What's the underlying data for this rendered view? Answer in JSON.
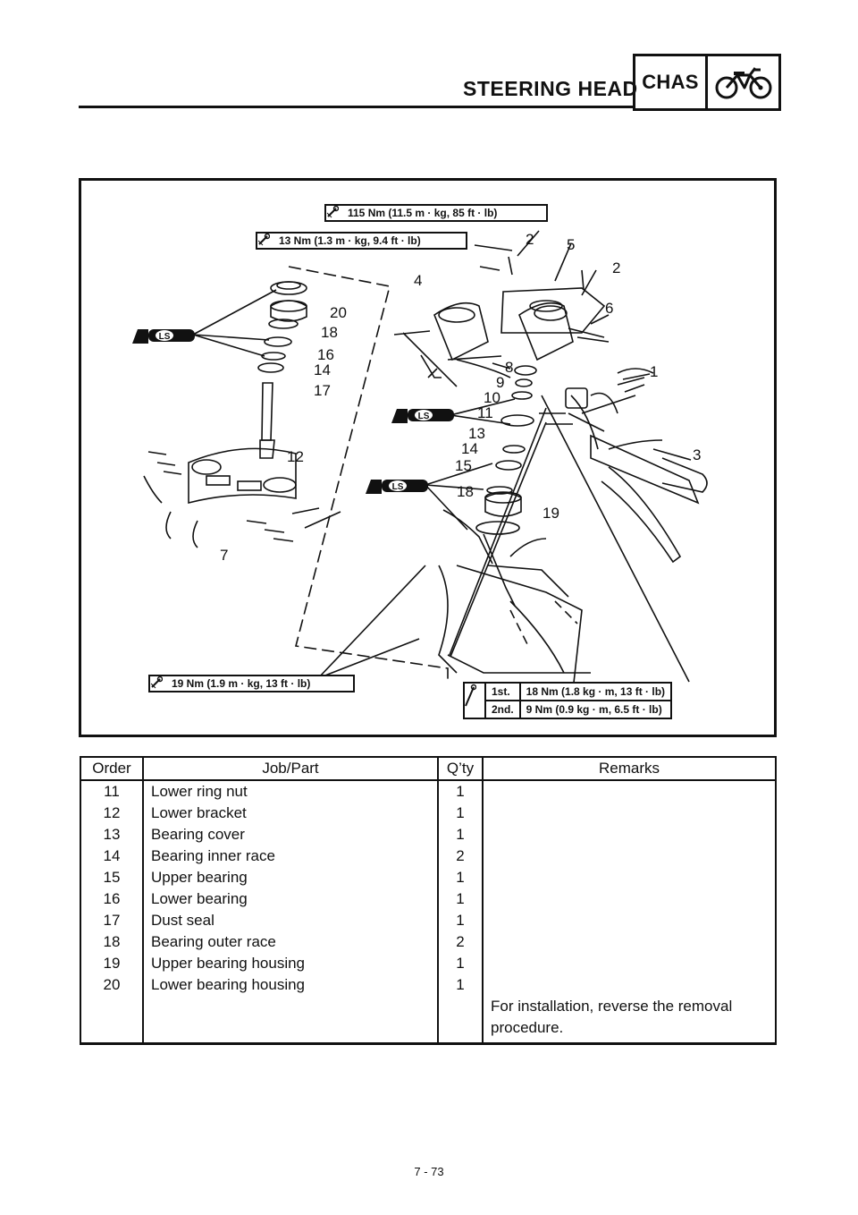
{
  "header": {
    "title": "STEERING HEAD",
    "badge_text": "CHAS",
    "badge_icon": "motorcycle-icon"
  },
  "diagram": {
    "torque_specs": {
      "upper_bolt": "115 Nm (11.5 m · kg, 85 ft · lb)",
      "handlebar_holder": "13 Nm (1.3 m · kg, 9.4 ft · lb)",
      "lower_clamp": "19 Nm (1.9 m · kg, 13 ft · lb)"
    },
    "ring_nut_torque": [
      {
        "step": "1st.",
        "value": "18 Nm (1.8 kg · m, 13 ft · lb)"
      },
      {
        "step": "2nd.",
        "value": "9 Nm (0.9 kg · m, 6.5 ft · lb)"
      }
    ],
    "lubricant_tag": "LS",
    "callouts": [
      "1",
      "2",
      "2",
      "3",
      "4",
      "5",
      "6",
      "7",
      "8",
      "9",
      "10",
      "11",
      "12",
      "13",
      "14",
      "14",
      "15",
      "16",
      "17",
      "18",
      "18",
      "19",
      "20"
    ]
  },
  "parts_table": {
    "headers": {
      "order": "Order",
      "job": "Job/Part",
      "qty": "Q’ty",
      "remarks": "Remarks"
    },
    "rows": [
      {
        "order": "11",
        "job": "Lower ring nut",
        "qty": "1"
      },
      {
        "order": "12",
        "job": "Lower bracket",
        "qty": "1"
      },
      {
        "order": "13",
        "job": "Bearing cover",
        "qty": "1"
      },
      {
        "order": "14",
        "job": "Bearing inner race",
        "qty": "2"
      },
      {
        "order": "15",
        "job": "Upper bearing",
        "qty": "1"
      },
      {
        "order": "16",
        "job": "Lower bearing",
        "qty": "1"
      },
      {
        "order": "17",
        "job": "Dust seal",
        "qty": "1"
      },
      {
        "order": "18",
        "job": "Bearing outer race",
        "qty": "2"
      },
      {
        "order": "19",
        "job": "Upper bearing housing",
        "qty": "1"
      },
      {
        "order": "20",
        "job": "Lower bearing housing",
        "qty": "1"
      }
    ],
    "remark": "For installation, reverse the removal procedure."
  },
  "page_number": "7 - 73"
}
